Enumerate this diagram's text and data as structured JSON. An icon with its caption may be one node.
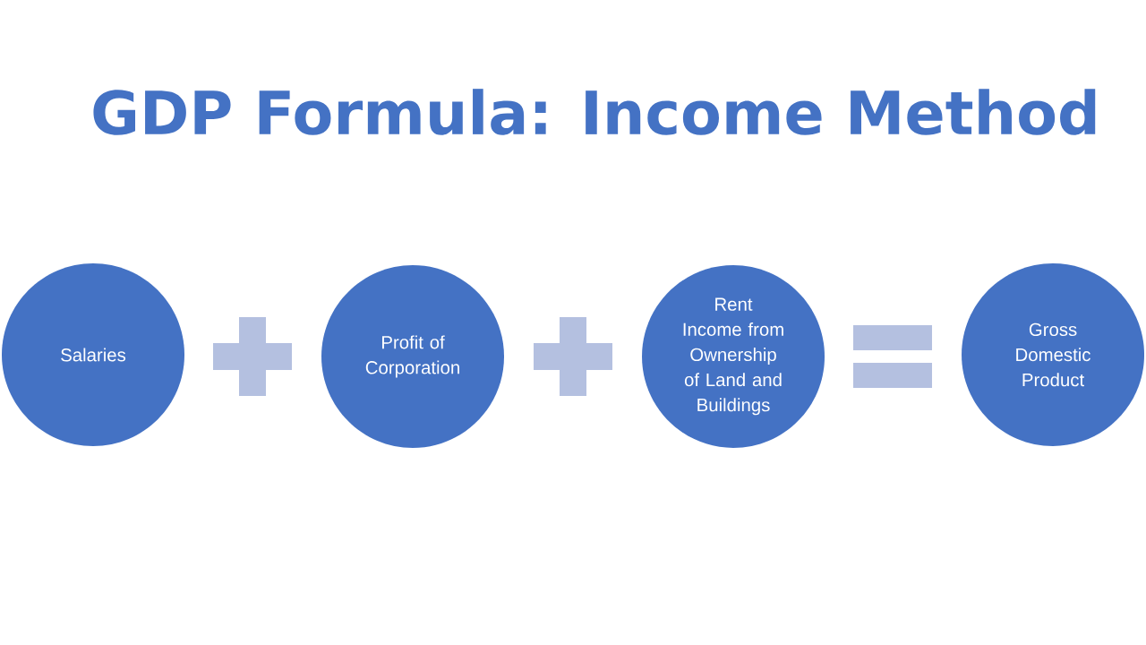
{
  "diagram": {
    "title": "GDP Formula: Income Method",
    "nodes": [
      {
        "text": [
          "Salaries"
        ]
      },
      {
        "text": [],
        "shape": "plus"
      },
      {
        "text": [
          "Profit of Corporation"
        ]
      },
      {
        "text": [],
        "shape": "plus"
      },
      {
        "text": [
          "Rent Income from Ownership of Land and Buildings"
        ]
      },
      {
        "text": [],
        "shape": "equals"
      },
      {
        "text": [
          "Gross Domestic Product"
        ]
      }
    ]
  }
}
